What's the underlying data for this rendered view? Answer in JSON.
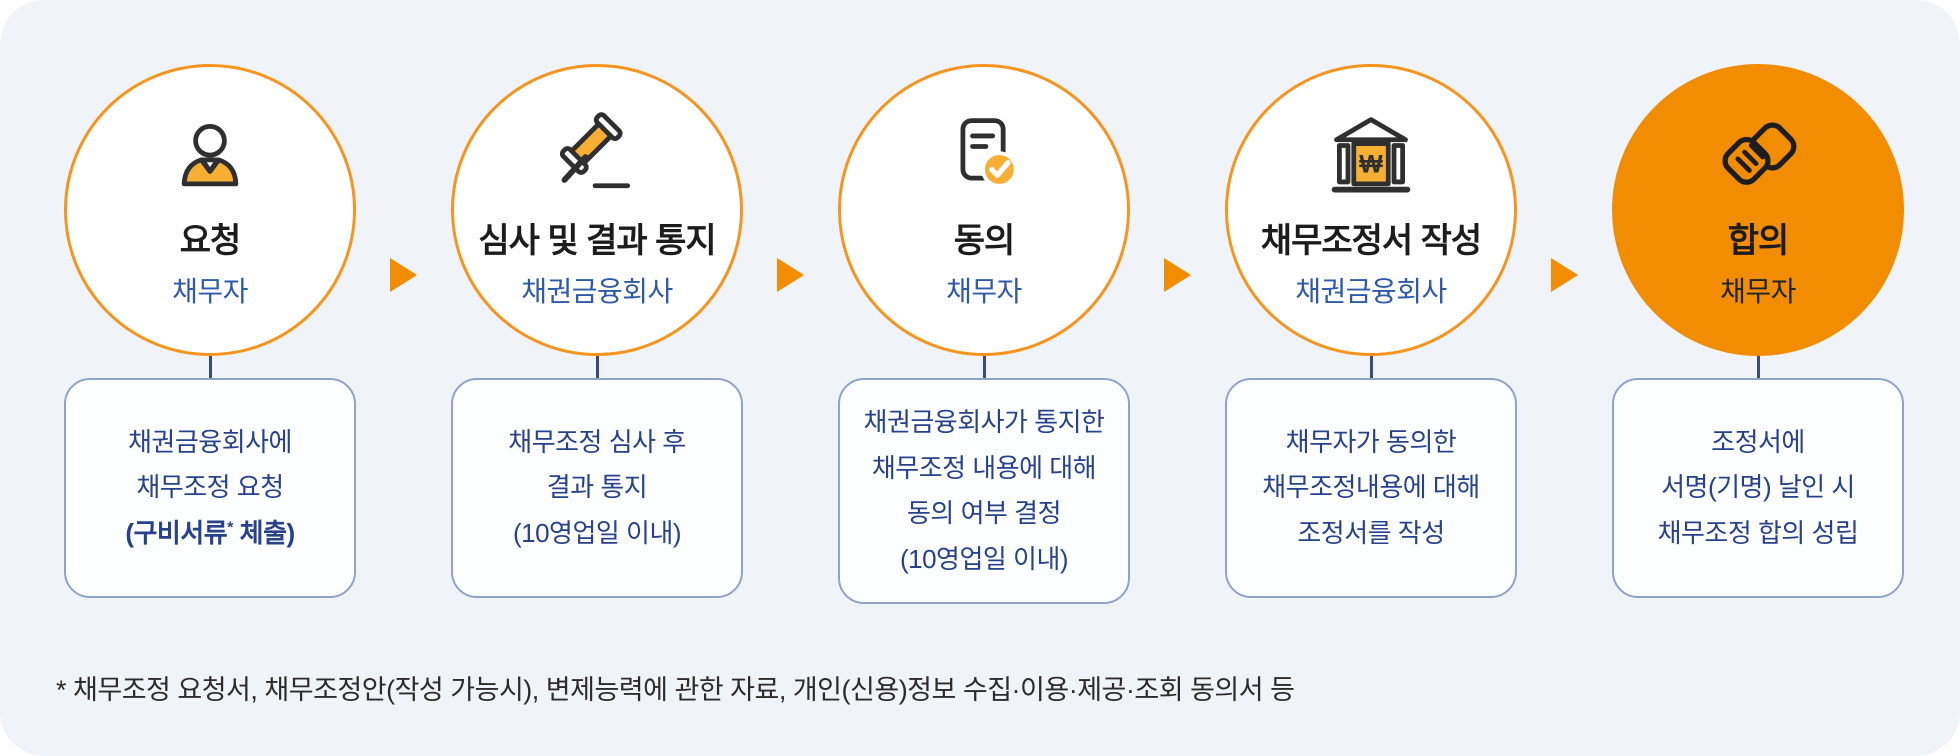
{
  "colors": {
    "panel-bg": "#F0F4F9",
    "accent-orange": "#F28C00",
    "circle-border": "#F6941D",
    "icon-amber": "#F7AF33",
    "icon-stroke": "#2F2F2F",
    "box-border": "#8FA3C9",
    "box-bg": "#FDFEFF",
    "box-text": "#27418A",
    "title-text": "#1C1C1C",
    "subtitle-text": "#2E5AA8",
    "connector": "#3D4A73",
    "footnote-text": "#2B2B2B"
  },
  "steps": [
    {
      "title": "요청",
      "subtitle": "채무자",
      "icon": "person-icon",
      "lines": [
        "채권금융회사에",
        "채무조정 요청"
      ],
      "bold_line": {
        "prefix": "(구비서류",
        "sup": "*",
        "suffix": " 체출)"
      }
    },
    {
      "title": "심사 및 결과 통지",
      "subtitle": "채권금융회사",
      "icon": "gavel-icon",
      "lines": [
        "채무조정 심사 후",
        "결과 통지",
        "(10영업일 이내)"
      ]
    },
    {
      "title": "동의",
      "subtitle": "채무자",
      "icon": "document-check-icon",
      "lines": [
        "채권금융회사가 통지한",
        "채무조정 내용에 대해",
        "동의 여부 결정",
        "(10영업일 이내)"
      ]
    },
    {
      "title": "채무조정서 작성",
      "subtitle": "채권금융회사",
      "icon": "bank-icon",
      "lines": [
        "채무자가 동의한",
        "채무조정내용에 대해",
        "조정서를 작성"
      ]
    },
    {
      "title": "합의",
      "subtitle": "채무자",
      "icon": "handshake-icon",
      "lines": [
        "조정서에",
        "서명(기명) 날인 시",
        "채무조정 합의 성립"
      ]
    }
  ],
  "footnote": "* 채무조정 요청서, 채무조정안(작성 가능시), 변제능력에 관한 자료, 개인(신용)정보 수집·이용·제공·조회 동의서 등"
}
